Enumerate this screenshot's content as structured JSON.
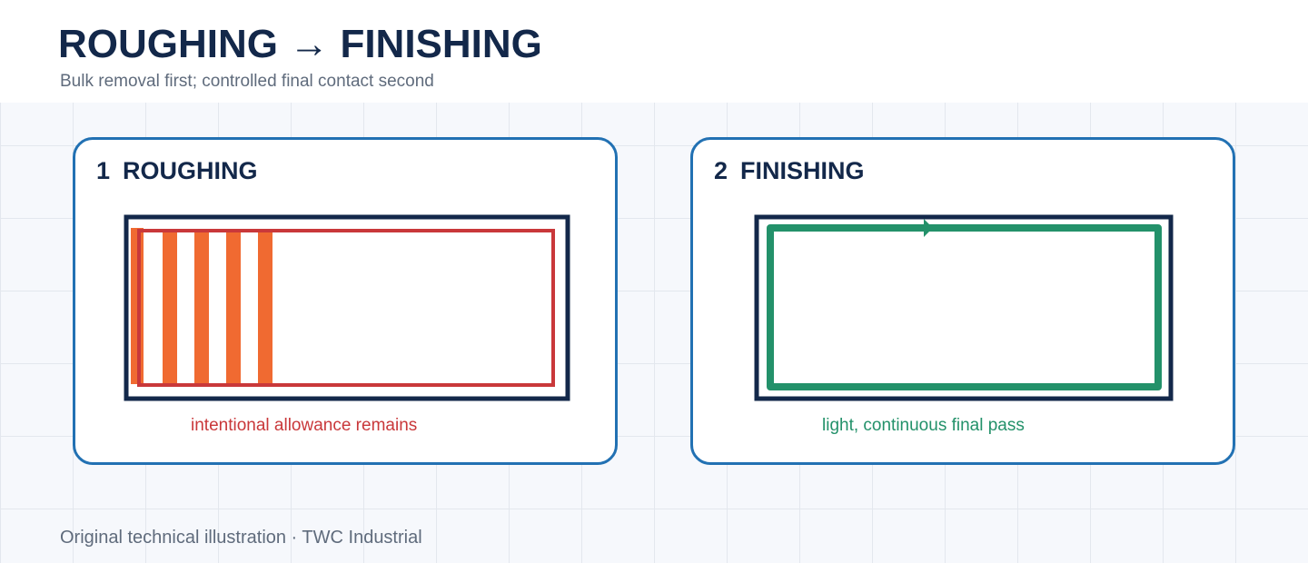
{
  "header": {
    "title": "ROUGHING → FINISHING",
    "subtitle": "Bulk removal first; controlled final contact second"
  },
  "panels": [
    {
      "number": "1",
      "heading": "ROUGHING",
      "caption": "intentional allowance remains"
    },
    {
      "number": "2",
      "heading": "FINISHING",
      "caption": "light, continuous final pass"
    }
  ],
  "footer": {
    "credit": "Original technical illustration · TWC Industrial"
  },
  "colors": {
    "navy": "#13284a",
    "panel_border": "#2271b3",
    "roughing_pass": "#f06a31",
    "allowance_outline": "#c9383a",
    "finishing_pass": "#23916a",
    "muted_text": "#5f6b7c"
  }
}
